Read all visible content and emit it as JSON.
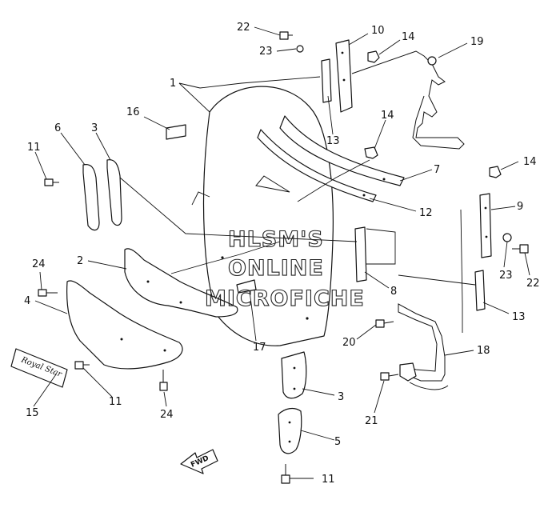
{
  "watermark": {
    "line1": "HLSM'S",
    "line2": "ONLINE",
    "line3": "MICROFICHE"
  },
  "fwd_label": "FWD",
  "emblem_text": "Royal Star",
  "callouts": [
    {
      "id": "c22a",
      "text": "22"
    },
    {
      "id": "c23a",
      "text": "23"
    },
    {
      "id": "c10",
      "text": "10"
    },
    {
      "id": "c14a",
      "text": "14"
    },
    {
      "id": "c19",
      "text": "19"
    },
    {
      "id": "c1",
      "text": "1"
    },
    {
      "id": "c16",
      "text": "16"
    },
    {
      "id": "c13a",
      "text": "13"
    },
    {
      "id": "c14b",
      "text": "14"
    },
    {
      "id": "c6a",
      "text": "6"
    },
    {
      "id": "c3a",
      "text": "3"
    },
    {
      "id": "c11a",
      "text": "11"
    },
    {
      "id": "c7",
      "text": "7"
    },
    {
      "id": "c14c",
      "text": "14"
    },
    {
      "id": "c9",
      "text": "9"
    },
    {
      "id": "c12",
      "text": "12"
    },
    {
      "id": "c24a",
      "text": "24"
    },
    {
      "id": "c2",
      "text": "2"
    },
    {
      "id": "c4",
      "text": "4"
    },
    {
      "id": "c23b",
      "text": "23"
    },
    {
      "id": "c22b",
      "text": "22"
    },
    {
      "id": "c8",
      "text": "8"
    },
    {
      "id": "c13b",
      "text": "13"
    },
    {
      "id": "c17",
      "text": "17"
    },
    {
      "id": "c20",
      "text": "20"
    },
    {
      "id": "c18",
      "text": "18"
    },
    {
      "id": "c11b",
      "text": "11"
    },
    {
      "id": "c15",
      "text": "15"
    },
    {
      "id": "c24b",
      "text": "24"
    },
    {
      "id": "c3b",
      "text": "3"
    },
    {
      "id": "c21",
      "text": "21"
    },
    {
      "id": "c5",
      "text": "5"
    },
    {
      "id": "c11c",
      "text": "11"
    }
  ]
}
